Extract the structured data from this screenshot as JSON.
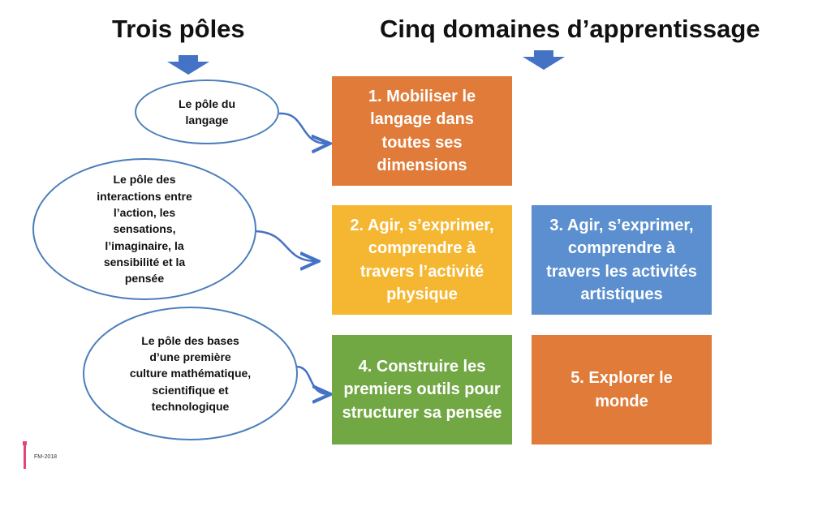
{
  "headings": {
    "left": "Trois pôles",
    "right": "Cinq domaines d’apprentissage"
  },
  "poles": [
    {
      "id": "langage",
      "text": "Le pôle du langage"
    },
    {
      "id": "interactions",
      "text": "Le pôle des interactions entre l’action, les sensations, l’imaginaire, la sensibilité et la pensée"
    },
    {
      "id": "bases",
      "text": "Le pôle des bases d’une première culture mathématique, scientifique et technologique"
    }
  ],
  "domains": [
    {
      "id": "d1",
      "text": "1. Mobiliser le langage dans toutes ses dimensions",
      "color": "#e07b39"
    },
    {
      "id": "d2",
      "text": "2. Agir, s’exprimer, comprendre à travers l’activité physique",
      "color": "#f5b731"
    },
    {
      "id": "d3",
      "text": "3. Agir, s’exprimer, comprendre à travers les activités artistiques",
      "color": "#5b8fcf"
    },
    {
      "id": "d4",
      "text": "4. Construire les premiers outils pour structurer sa pensée",
      "color": "#72a844"
    },
    {
      "id": "d5",
      "text": "5. Explorer le monde",
      "color": "#e07b39"
    }
  ],
  "colors": {
    "arrow_blue": "#4472c4",
    "ellipse_border": "#4a7ebb"
  },
  "footer": {
    "text": "FM-2018"
  }
}
